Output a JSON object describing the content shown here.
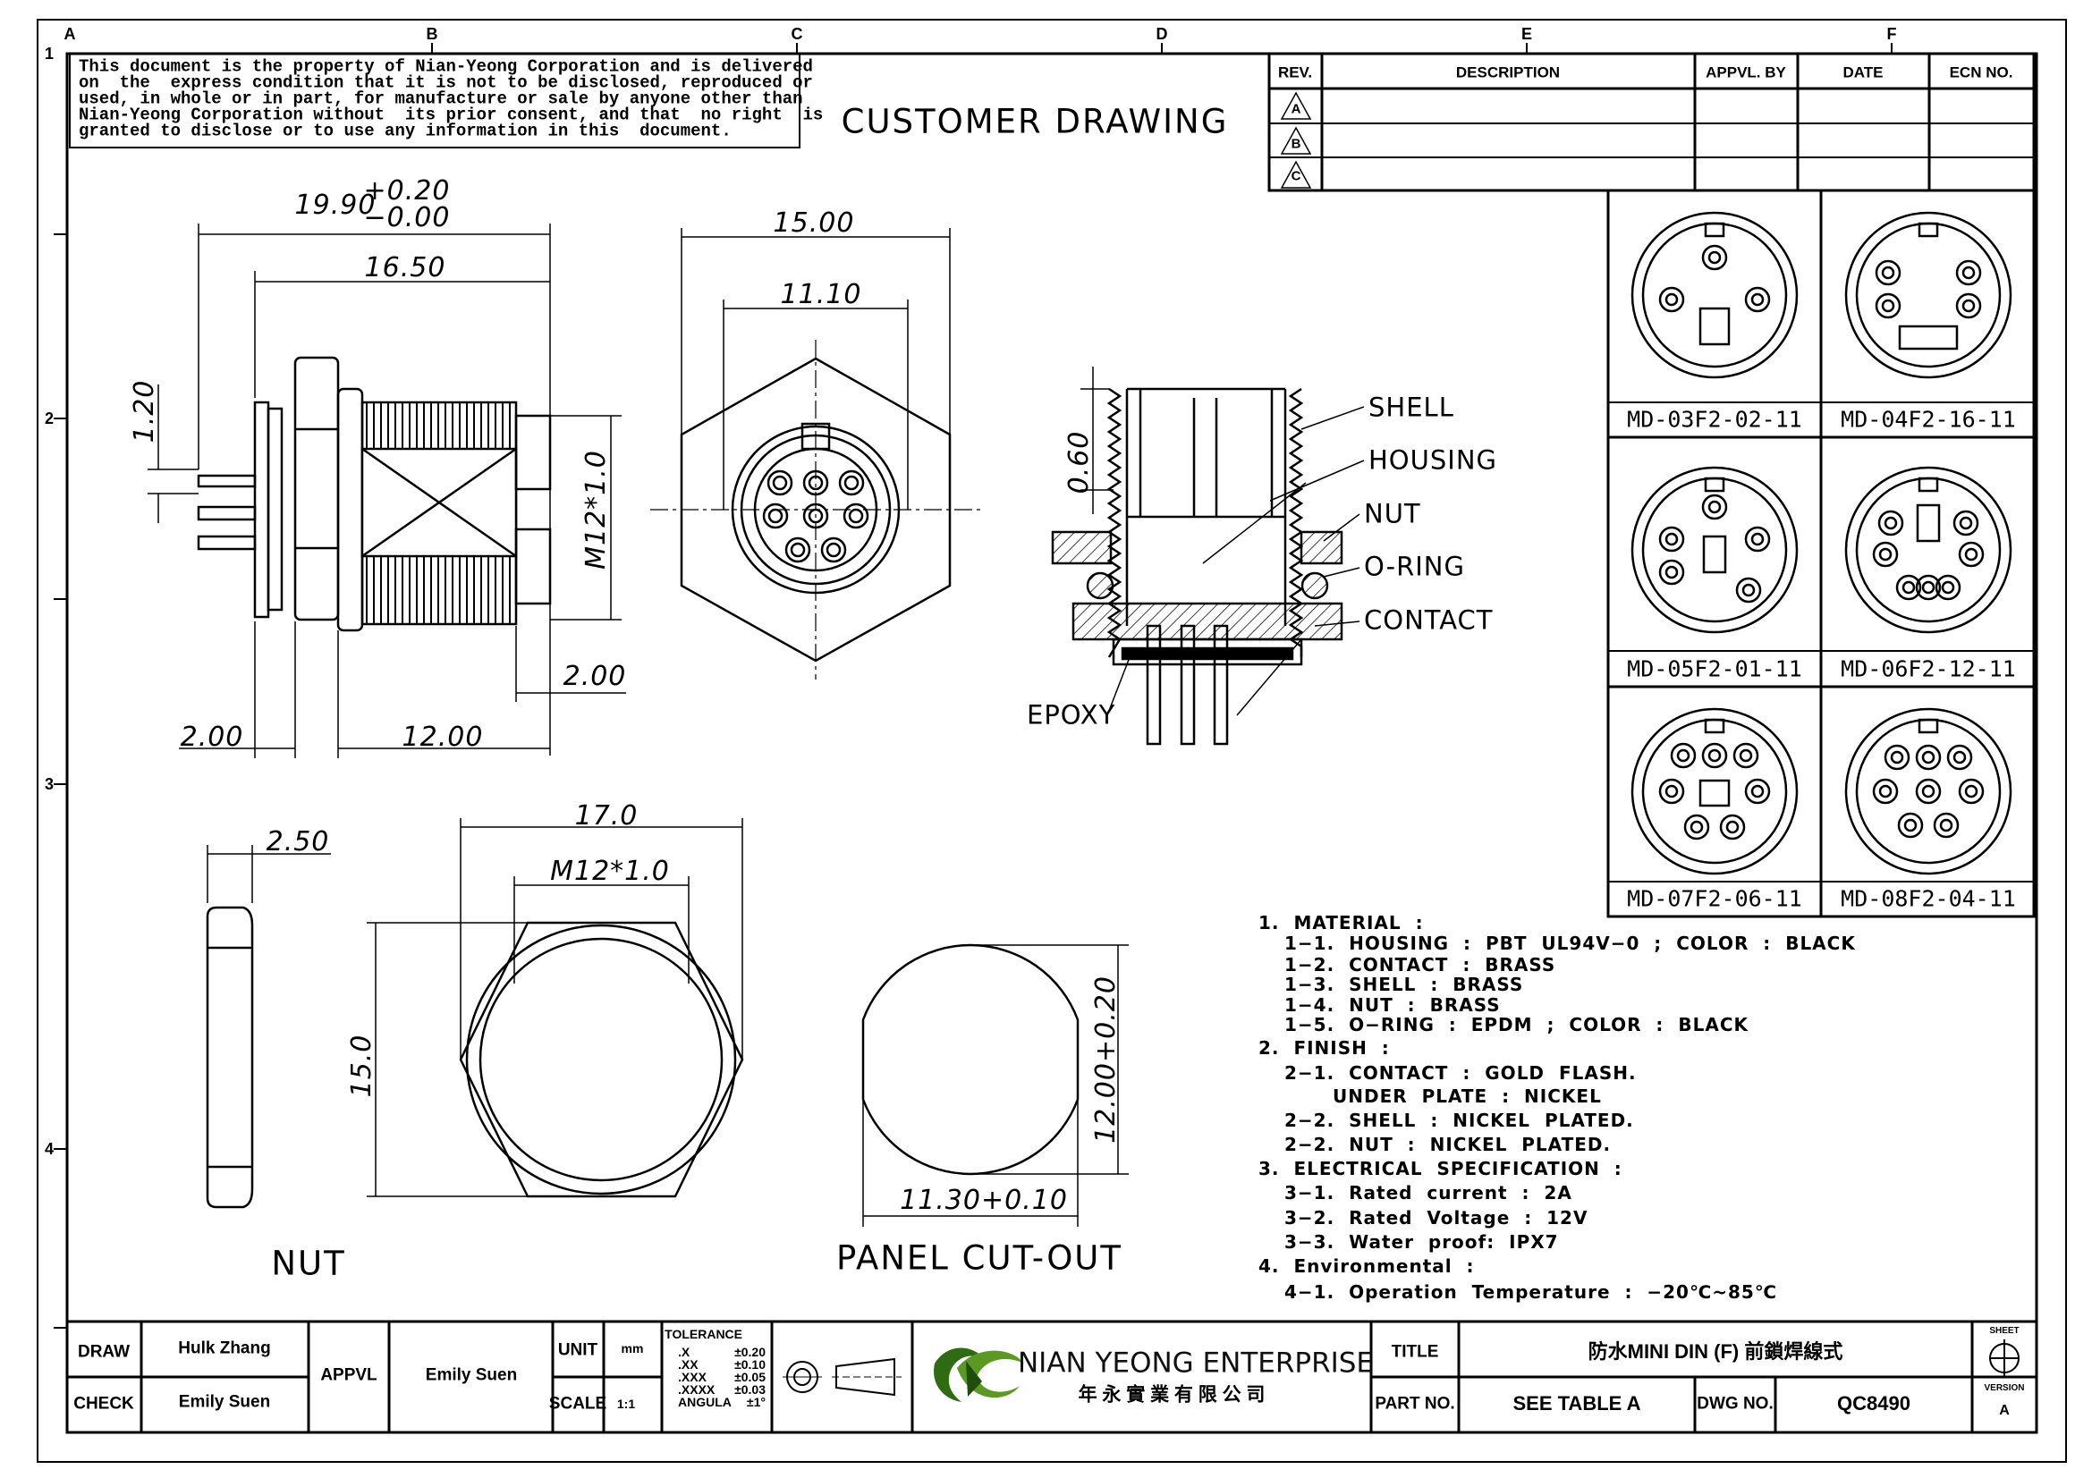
{
  "disclaimer": [
    "This document is the property of Nian-Yeong Corporation and is delivered",
    "on  the  express condition that it is not to be disclosed, reproduced or",
    "used, in whole or in part, for manufacture or sale by anyone other than",
    "Nian-Yeong Corporation without  its prior consent, and that  no right  is",
    "granted to disclose or to use any information in this  document."
  ],
  "heading": "CUSTOMER DRAWING",
  "grid": {
    "columns": [
      "A",
      "B",
      "C",
      "D",
      "E",
      "F"
    ],
    "rows": [
      "1",
      "2",
      "3",
      "4"
    ]
  },
  "revision_table": {
    "headers": [
      "REV.",
      "DESCRIPTION",
      "APPVL. BY",
      "DATE",
      "ECN NO."
    ],
    "revs": [
      "A",
      "B",
      "C"
    ]
  },
  "variants": [
    "MD-03F2-02-11",
    "MD-04F2-16-11",
    "MD-05F2-01-11",
    "MD-06F2-12-11",
    "MD-07F2-06-11",
    "MD-08F2-04-11"
  ],
  "dimensions": {
    "overall_length": "19.90",
    "overall_tol_plus": "+0.20",
    "overall_tol_minus": "−0.00",
    "body_length": "16.50",
    "pin_pitch": "1.20",
    "thread_side": "M12*1.0",
    "front_step": "2.00",
    "flange": "2.00",
    "thread_length": "12.00",
    "hex_width": "15.00",
    "inner_dia": "11.10",
    "oring_gap": "0.60",
    "nut_thickness": "2.50",
    "nut_across_corners": "17.0",
    "nut_thread": "M12*1.0",
    "nut_across_flats": "15.0",
    "cutout_height": "12.00+0.20",
    "cutout_width": "11.30+0.10"
  },
  "callouts": {
    "shell": "SHELL",
    "housing": "HOUSING",
    "nut": "NUT",
    "oring": "O-RING",
    "contact": "CONTACT",
    "epoxy": "EPOXY"
  },
  "view_labels": {
    "nut": "NUT",
    "panel": "PANEL CUT-OUT"
  },
  "notes": [
    "1.  MATERIAL  :",
    "1−1.  HOUSING  :  PBT  UL94V−0  ;  COLOR  :  BLACK",
    "1−2.  CONTACT  :  BRASS",
    "1−3.  SHELL  :  BRASS",
    "1−4.  NUT  :  BRASS",
    "1−5.  O−RING  :  EPDM  ;  COLOR  :  BLACK",
    "2.  FINISH  :",
    "2−1.  CONTACT  :  GOLD  FLASH.",
    "UNDER  PLATE  :  NICKEL",
    "2−2.  SHELL  :  NICKEL  PLATED.",
    "2−2.  NUT  :  NICKEL  PLATED.",
    "3.  ELECTRICAL  SPECIFICATION  :",
    "3−1.  Rated  current  :  2A",
    "3−2.  Rated  Voltage  :  12V",
    "3−3.  Water  proof:  IPX7",
    "4.  Environmental  :",
    "4−1.  Operation  Temperature  :  −20℃~85℃"
  ],
  "title_block": {
    "draw_label": "DRAW",
    "draw_value": "Hulk Zhang",
    "check_label": "CHECK",
    "check_value": "Emily Suen",
    "appvl_label": "APPVL",
    "appvl_value": "Emily Suen",
    "unit_label": "UNIT",
    "unit_value": "mm",
    "scale_label": "SCALE",
    "scale_value": "1:1",
    "tolerance_title": "TOLERANCE",
    "tolerances": [
      [
        ".X",
        "±0.20"
      ],
      [
        ".XX",
        "±0.10"
      ],
      [
        ".XXX",
        "±0.05"
      ],
      [
        ".XXXX",
        "±0.03"
      ],
      [
        "ANGULA",
        "±1°"
      ]
    ],
    "company_name": "NIAN YEONG ENTERPRISE",
    "company_name_cn": "年 永 實 業 有 限 公 司",
    "title_label": "TITLE",
    "title_value": "防水MINI DIN (F) 前鎖焊線式",
    "part_label": "PART NO.",
    "part_value": "SEE TABLE A",
    "dwg_label": "DWG NO.",
    "dwg_value": "QC8490",
    "sheet_label": "SHEET",
    "version_label": "VERSION",
    "version_value": "A"
  }
}
